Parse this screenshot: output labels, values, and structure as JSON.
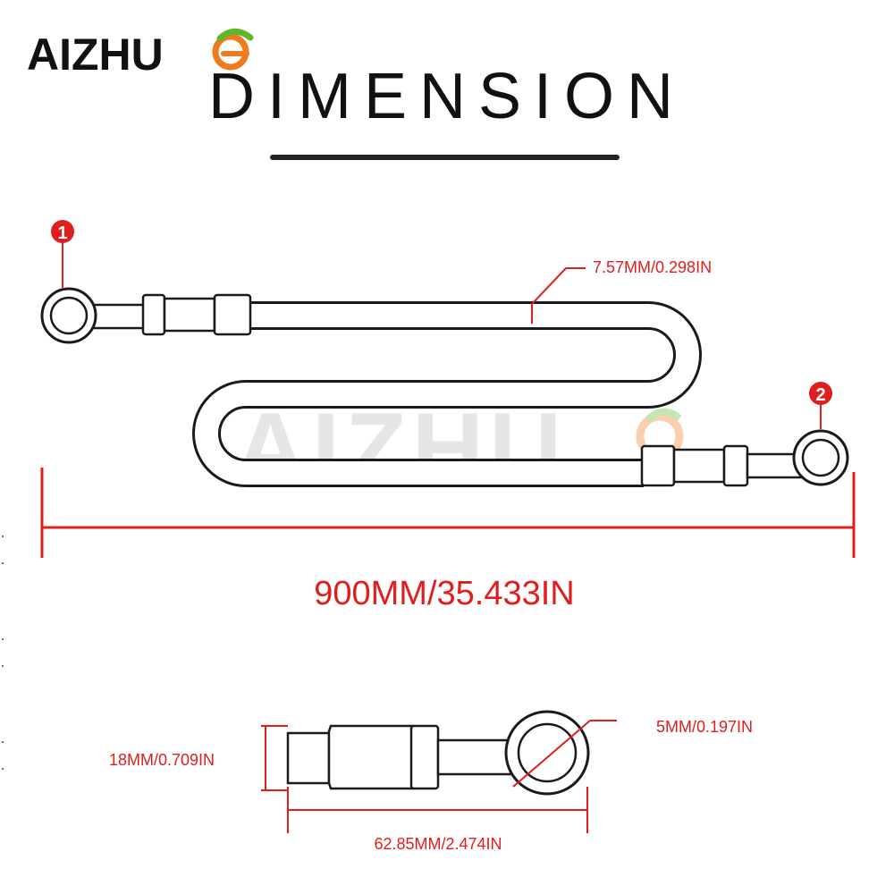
{
  "brand": {
    "logo_text": "AIZHU",
    "watermark_text": "AIZHU"
  },
  "title": "DIMENSION",
  "markers": {
    "end_1": "1",
    "end_2": "2"
  },
  "dimensions": {
    "hose_diameter": "7.57MM/0.298IN",
    "total_length": "900MM/35.433IN",
    "fitting_height": "18MM/0.709IN",
    "banjo_hole": "5MM/0.197IN",
    "fitting_length": "62.85MM/2.474IN"
  },
  "colors": {
    "accent_red": "#e01e1e",
    "line_dark": "#1a1a1a",
    "logo_orange": "#f07a1e",
    "logo_green": "#5fb62c",
    "watermark": "#e4e4e4"
  }
}
